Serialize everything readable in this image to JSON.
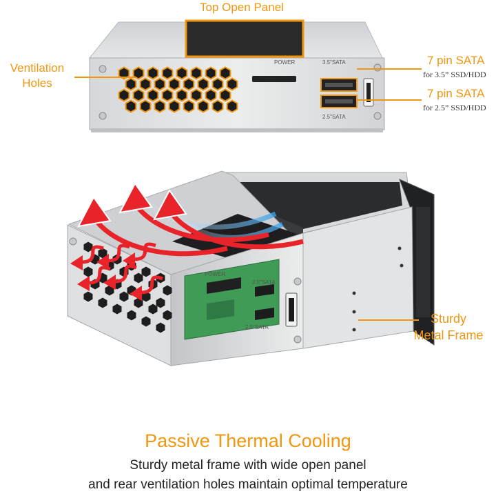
{
  "callouts": {
    "top_open_panel": "Top Open Panel",
    "ventilation_line1": "Ventilation",
    "ventilation_line2": "Holes",
    "sata35_title": "7 pin SATA",
    "sata35_sub": "for 3.5” SSD/HDD",
    "sata25_title": "7 pin SATA",
    "sata25_sub": "for 2.5” SSD/HDD",
    "frame_line1": "Sturdy",
    "frame_line2": "Metal Frame"
  },
  "board_labels": {
    "power": "POWER",
    "sata35": "3.5\"SATA",
    "sata25": "2.5\"SATA"
  },
  "footer": {
    "title": "Passive Thermal Cooling",
    "line1": "Sturdy metal frame with wide open panel",
    "line2": "and rear ventilation holes maintain optimal temperature"
  },
  "colors": {
    "accent": "#f0960f",
    "metal": "#dcdde0",
    "pcb": "#3f9b55",
    "airflow": "#e8242a"
  }
}
